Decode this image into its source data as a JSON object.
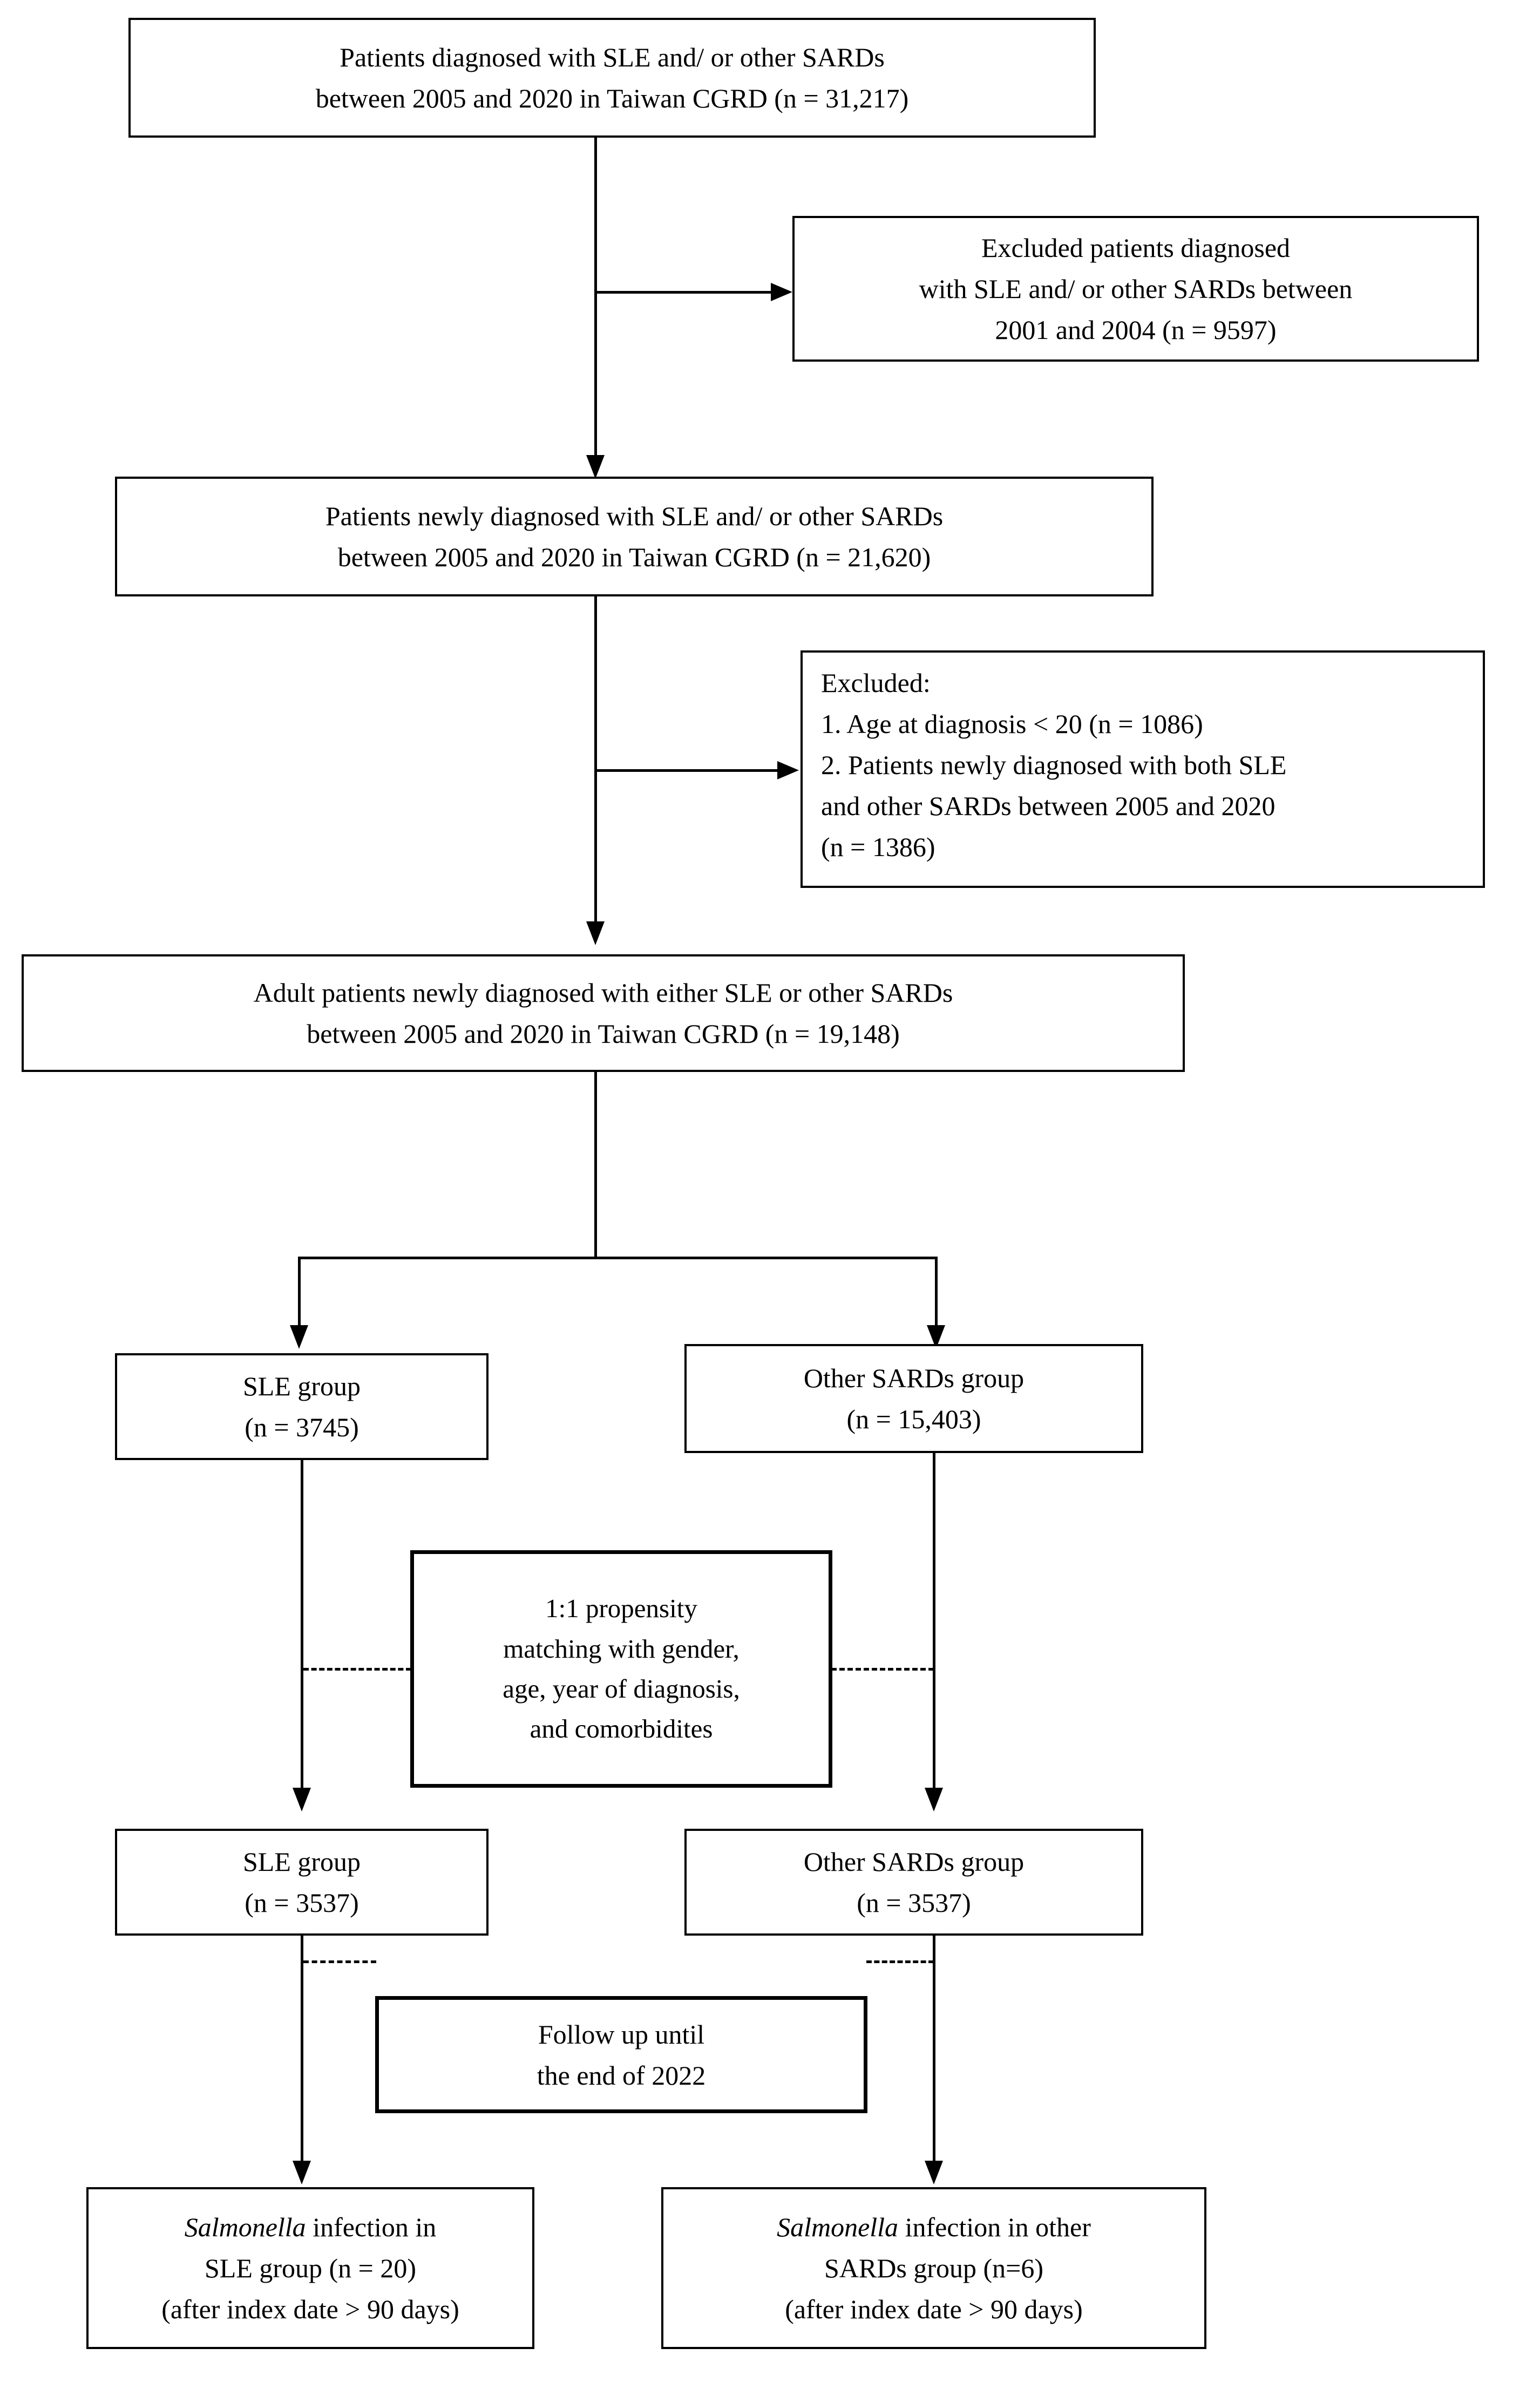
{
  "figure": {
    "type": "study-flow-diagram",
    "title": "Patient selection flowchart"
  },
  "nodes": {
    "source_cohort": {
      "line1": "Patients diagnosed with SLE and/ or other SARDs",
      "line2": "between 2005 and 2020 in Taiwan CGRD (n = 31,217)",
      "n": "31,217"
    },
    "excluded_prior": {
      "line1": "Excluded patients diagnosed",
      "line2": "with SLE and/ or other SARDs between",
      "line3": "2001 and 2004 (n = 9597)",
      "n": "9597"
    },
    "newly_diagnosed": {
      "line1": "Patients newly diagnosed with SLE and/ or other SARDs",
      "line2": "between 2005 and 2020 in Taiwan CGRD (n = 21,620)",
      "n": "21,620"
    },
    "excluded_criteria": {
      "heading": "Excluded:",
      "item1": "1. Age at diagnosis < 20 (n = 1086)",
      "item2_l1": "2. Patients newly diagnosed with both SLE",
      "item2_l2": "and other SARDs between 2005 and 2020",
      "item2_l3": "(n = 1386)",
      "n_age": "1086",
      "n_both": "1386"
    },
    "adult_cohort": {
      "line1": "Adult patients newly diagnosed with either SLE or other SARDs",
      "line2": "between 2005 and 2020 in Taiwan CGRD (n = 19,148)",
      "n": "19,148"
    },
    "sle_group_pre": {
      "line1": "SLE group",
      "line2": "(n = 3745)",
      "n": "3745"
    },
    "sards_group_pre": {
      "line1": "Other SARDs group",
      "line2": "(n = 15,403)",
      "n": "15,403"
    },
    "matching": {
      "line1": "1:1 propensity",
      "line2": "matching with gender,",
      "line3": "age, year of diagnosis,",
      "line4": "and comorbidites"
    },
    "sle_group_post": {
      "line1": "SLE group",
      "line2": "(n = 3537)",
      "n": "3537"
    },
    "sards_group_post": {
      "line1": "Other SARDs group",
      "line2": "(n = 3537)",
      "n": "3537"
    },
    "followup": {
      "line1": "Follow up until",
      "line2": "the end of 2022"
    },
    "outcome_sle": {
      "line1_italic": "Salmonella",
      "line1_rest": " infection in",
      "line2": "SLE group (n = 20)",
      "line3": "(after index date > 90 days)",
      "n": "20"
    },
    "outcome_sards": {
      "line1_italic": "Salmonella",
      "line1_rest": " infection in other",
      "line2": "SARDs group (n=6)",
      "line3": "(after index date > 90 days)",
      "n": "6"
    }
  }
}
